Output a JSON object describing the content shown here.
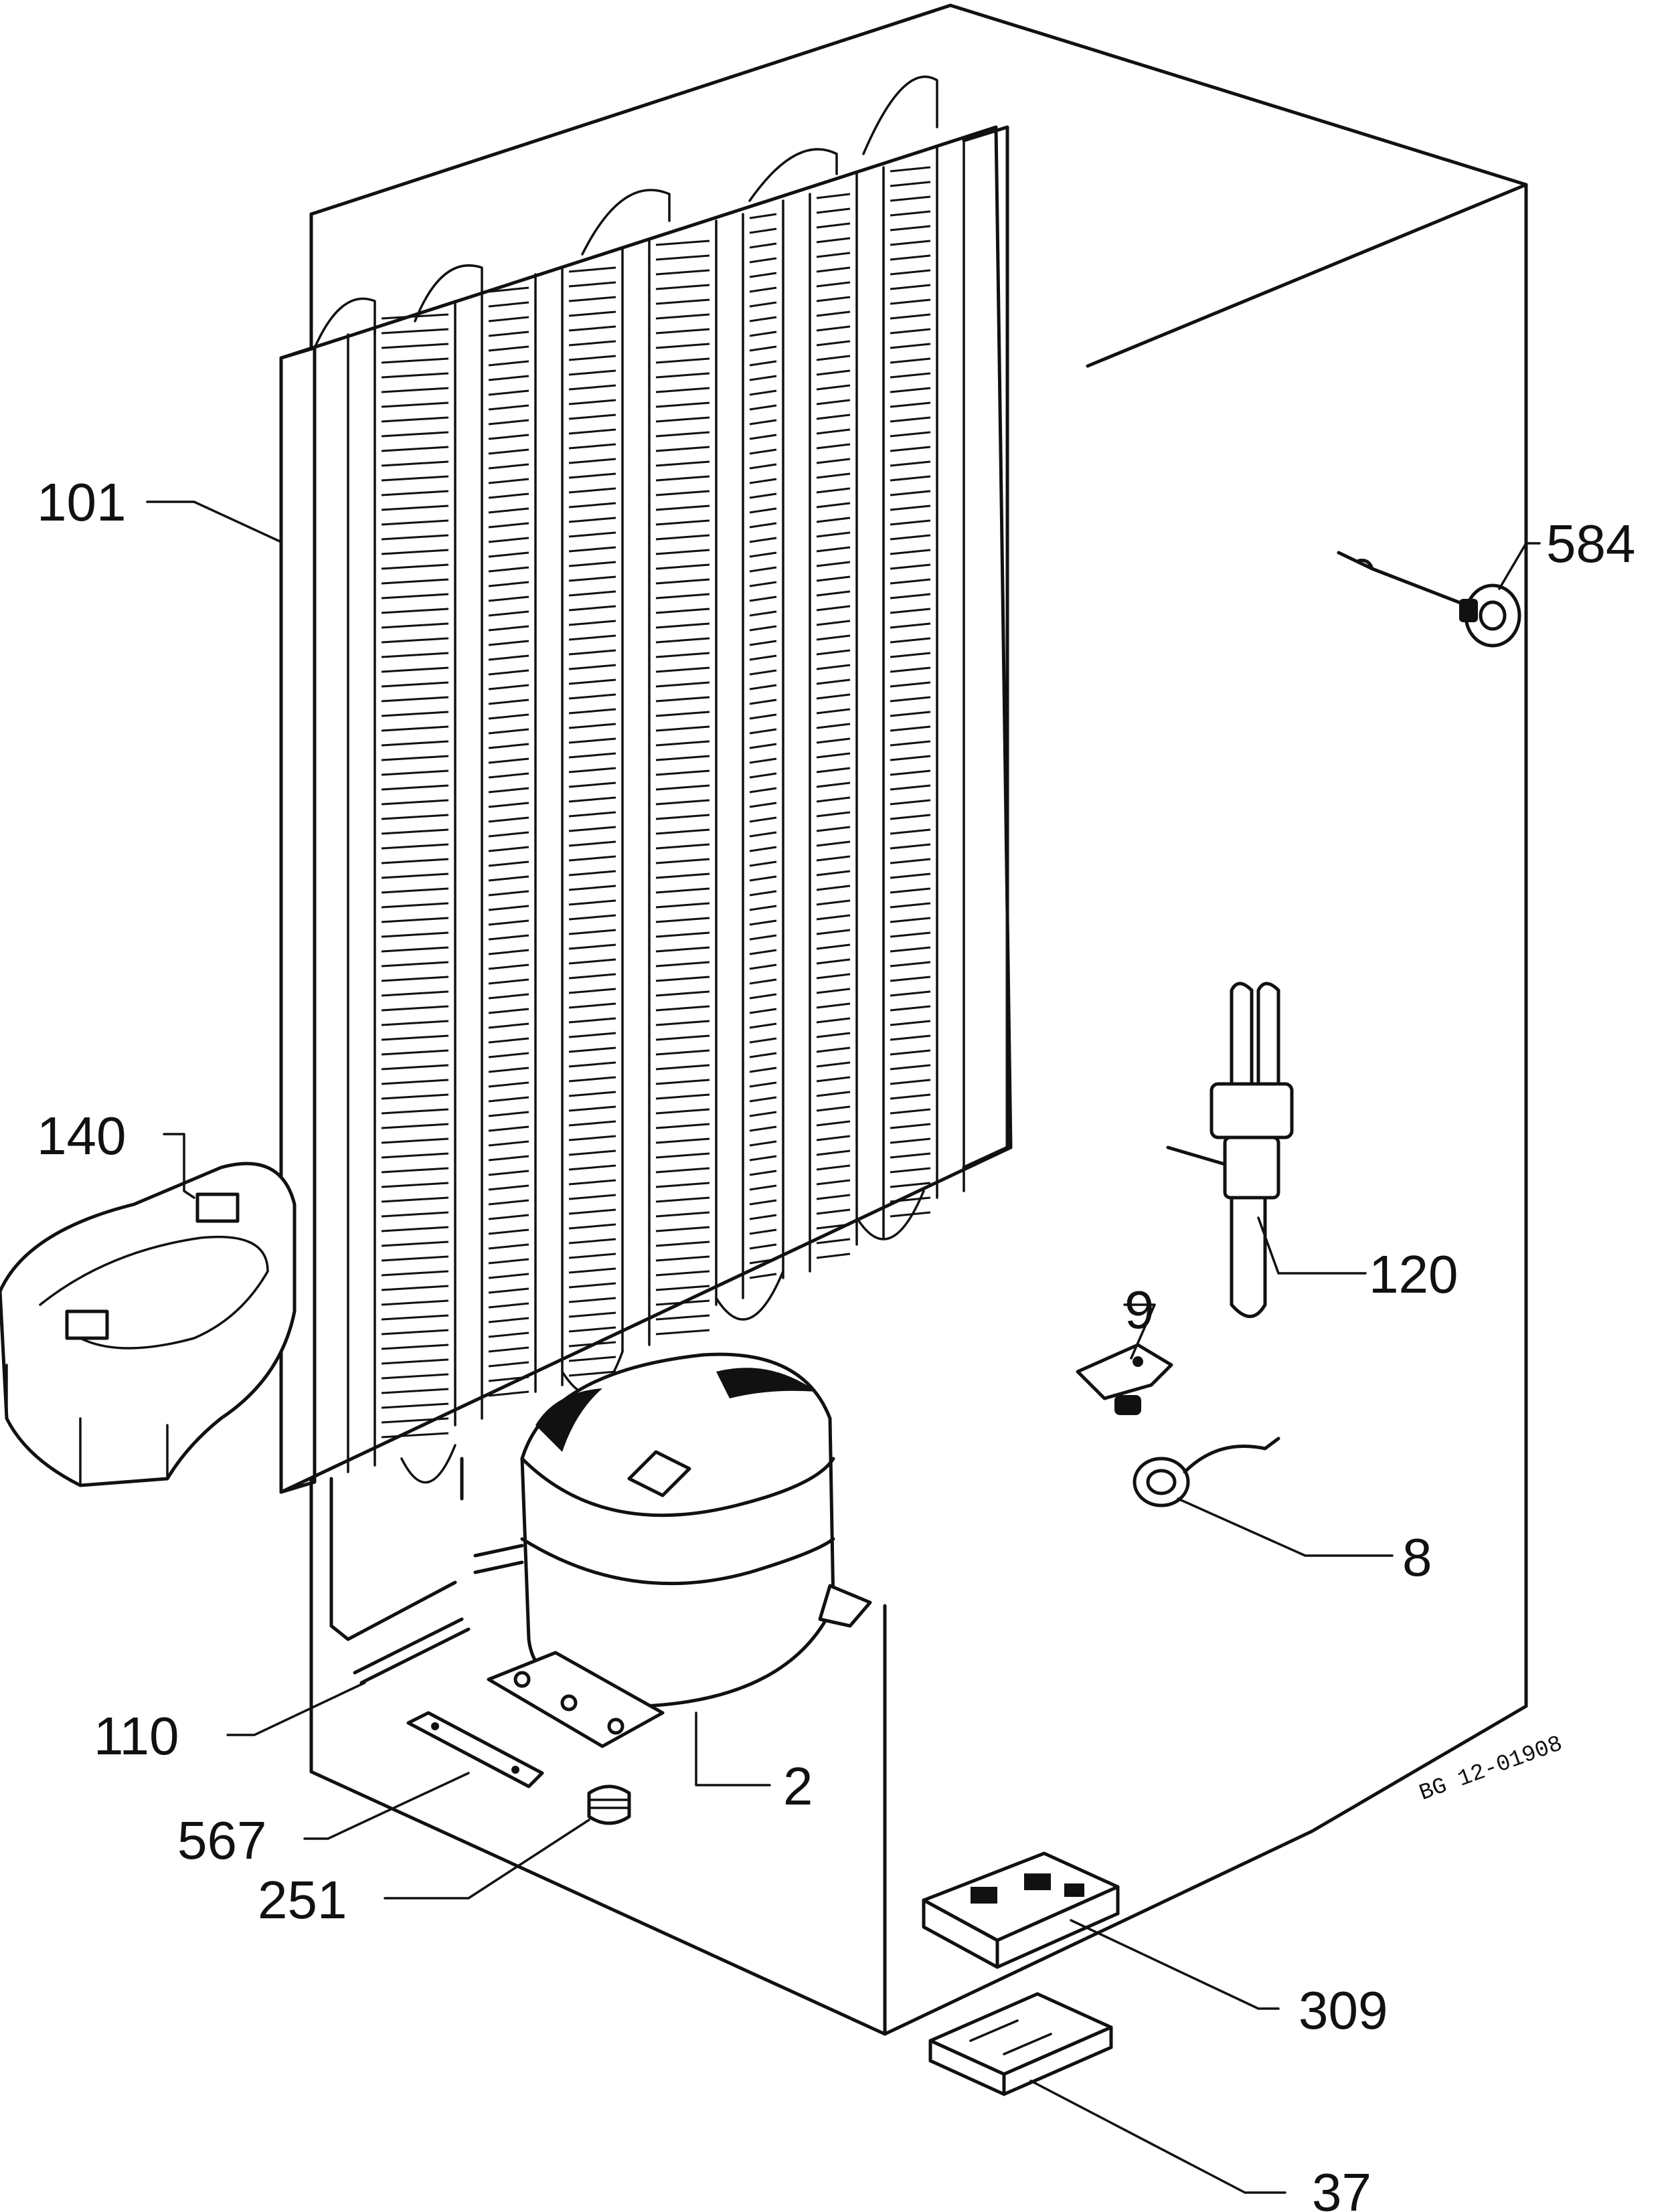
{
  "diagram": {
    "labels": {
      "p101": "101",
      "p584": "584",
      "p140": "140",
      "p120": "120",
      "p9": "9",
      "p8": "8",
      "p110": "110",
      "p2": "2",
      "p567": "567",
      "p251": "251",
      "p309": "309",
      "p37": "37"
    },
    "drawing_code": "BG 12-01908"
  },
  "colors": {
    "ink": "#111111",
    "paper": "#ffffff"
  }
}
